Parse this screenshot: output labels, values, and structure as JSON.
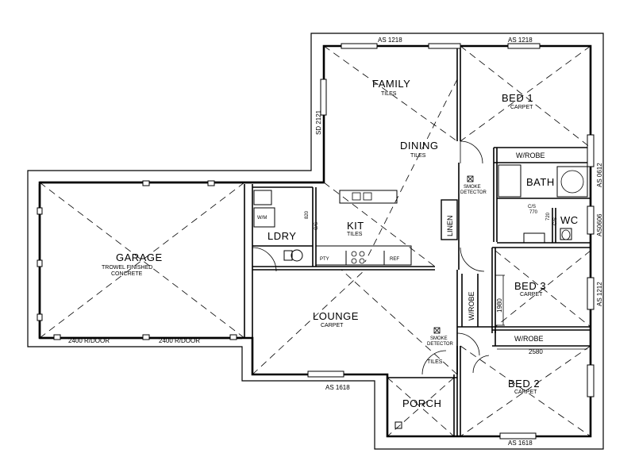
{
  "rooms": {
    "family": "FAMILY",
    "family_floor": "TILES",
    "dining": "DINING",
    "dining_floor": "TILES",
    "bed1": "BED 1",
    "bed1_floor": "CARPET",
    "bath": "BATH",
    "wc": "WC",
    "kit": "KIT",
    "kit_floor": "TILES",
    "ldry": "LDRY",
    "garage": "GARAGE",
    "garage_floor_1": "TROWEL FINISHED",
    "garage_floor_2": "CONCRETE",
    "lounge": "LOUNGE",
    "lounge_floor": "CARPET",
    "bed3": "BED 3",
    "bed3_floor": "CARPET",
    "bed2": "BED 2",
    "bed2_floor": "CARPET",
    "porch": "PORCH",
    "entry_floor": "TILES"
  },
  "fixtures": {
    "wrobe_top": "W/ROBE",
    "wrobe_mid": "W/ROBE",
    "wrobe_vert": "W/ROBE",
    "linen": "LINEN",
    "wm": "W/M",
    "pty": "PTY",
    "ref": "REF",
    "smoke_1a": "SMOKE",
    "smoke_1b": "DETECTOR",
    "smoke_2a": "SMOKE",
    "smoke_2b": "DETECTOR",
    "cs_a": "C/S",
    "cs_b": "770",
    "cs_ldry": "C/S",
    "cs_ldry_num": "820",
    "cs_wc": "C/S",
    "cs_wc_num": "720"
  },
  "dimensions": {
    "as_1218_a": "AS 1218",
    "as_1218_b": "AS 1218",
    "sd_2121": "SD 2121",
    "as_0612": "AS 0612",
    "as_0606": "AS0606",
    "as_1212": "AS 1212",
    "garage_door_a": "2400 R/DOOR",
    "garage_door_b": "2400 R/DOOR",
    "as_1618_a": "AS 1618",
    "as_1618_b": "AS 1618",
    "d_1980": "1980",
    "d_2580": "2580"
  }
}
